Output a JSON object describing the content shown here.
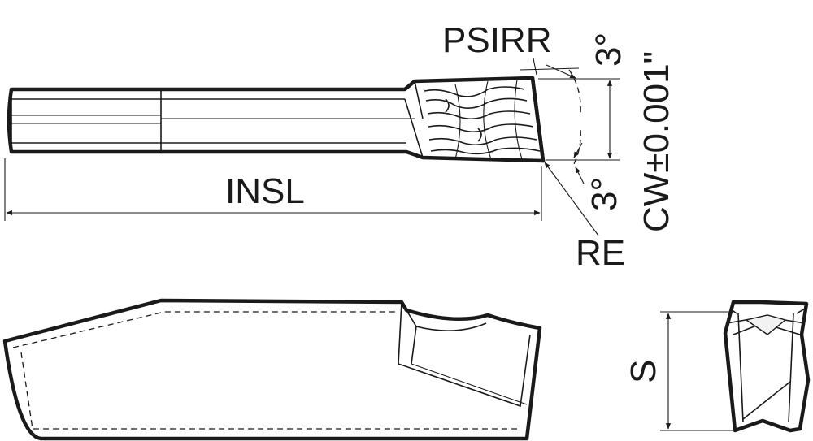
{
  "labels": {
    "insl": "INSL",
    "psirr": "PSIRR",
    "angle_top": "3°",
    "angle_bottom": "3°",
    "cw": "CW±0.001\"",
    "re": "RE",
    "s": "S"
  }
}
